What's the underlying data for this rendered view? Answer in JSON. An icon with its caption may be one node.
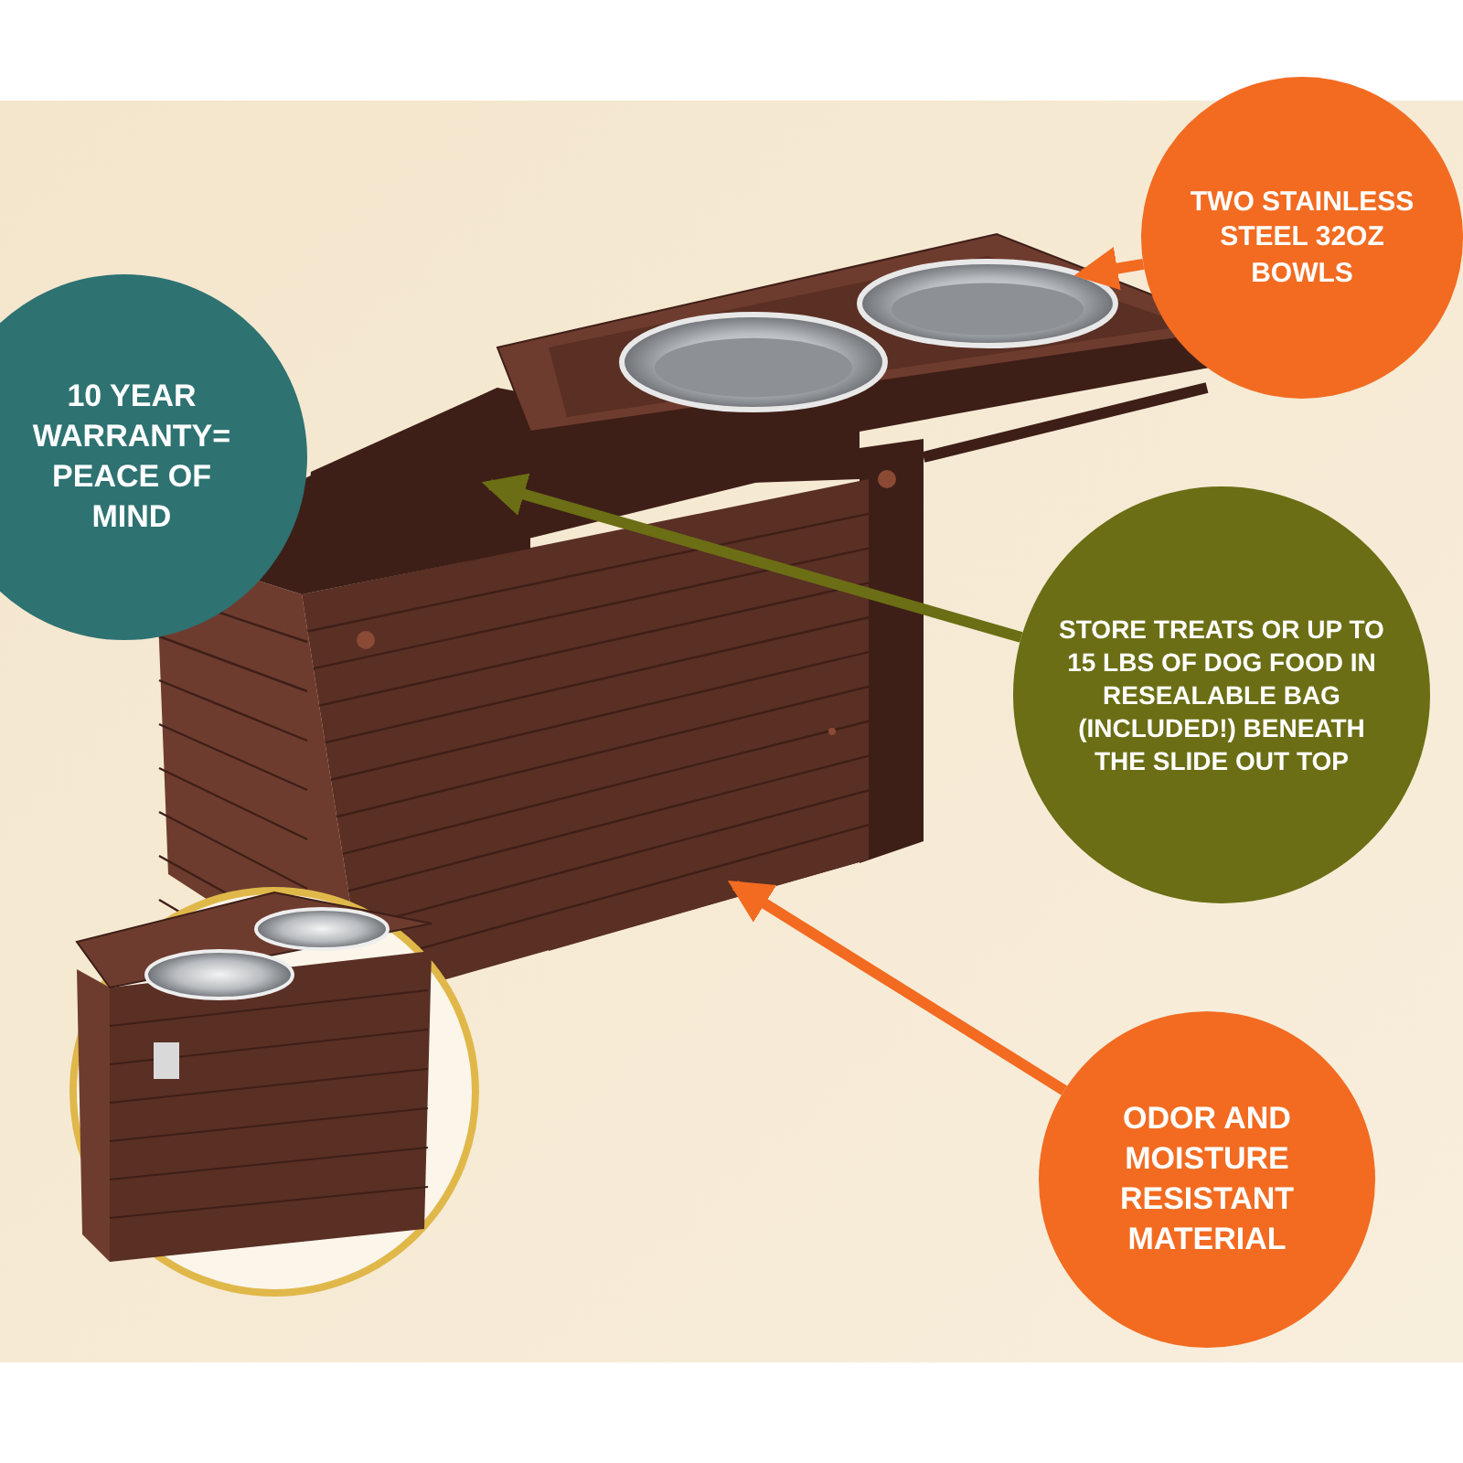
{
  "diagram": {
    "nodes": [
      {
        "text": [
          "TWO STAINLESS STEEL 32OZ BOWLS"
        ]
      },
      {
        "text": [],
        "shape": "picture"
      },
      {
        "text": [
          "10 YEAR WARRANTY= PEACE OF MIND"
        ]
      },
      {
        "text": [
          "STORE TREATS OR UP TO 15 LBS OF DOG FOOD IN RESEALABLE BAG (INCLUDED!) BENEATH THE SLIDE OUT TOP"
        ]
      },
      {
        "text": [],
        "shape": "picture"
      },
      {
        "text": [
          "ODOR AND MOISTURE RESISTANT MATERIAL"
        ]
      },
      {
        "text": [],
        "shape": "picture"
      },
      {
        "text": [],
        "shape": "picture"
      }
    ],
    "edges": [
      {
        "from": 0,
        "to": 1,
        "arrow": "to"
      },
      {
        "from": 3,
        "to": 4,
        "arrow": "to",
        "color": "#6b6e14"
      },
      {
        "from": 5,
        "to": 6,
        "arrow": "to"
      }
    ]
  }
}
